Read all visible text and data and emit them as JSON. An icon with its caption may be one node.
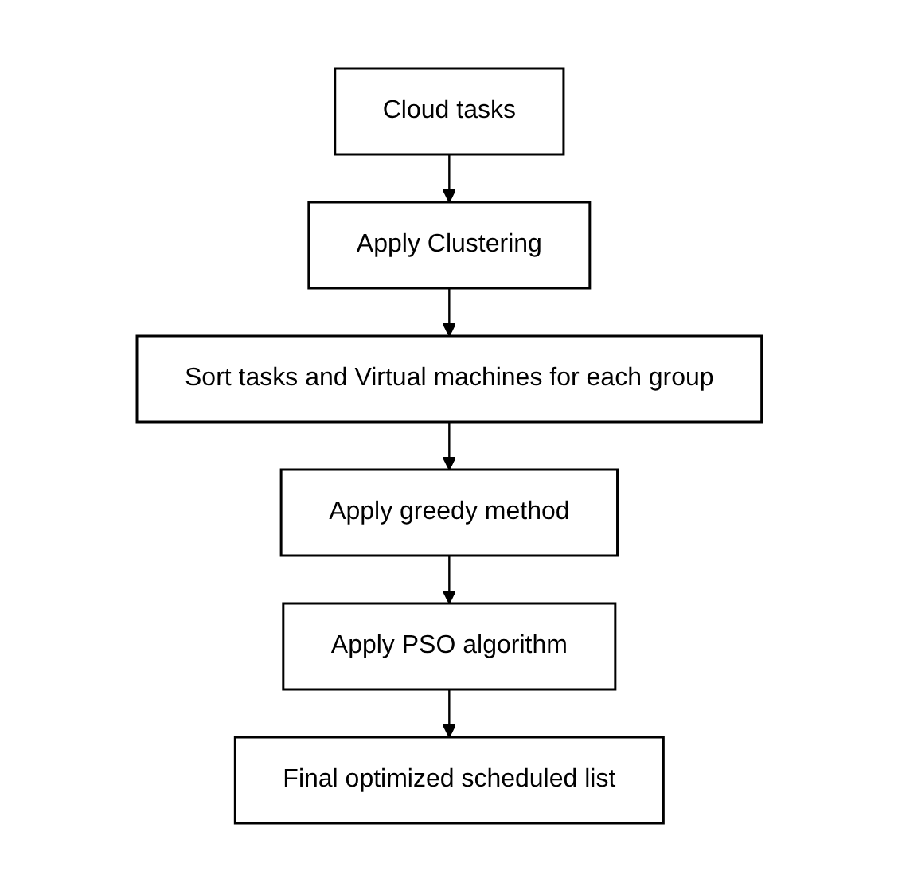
{
  "diagram": {
    "nodes": [
      {
        "text": [
          "Cloud tasks"
        ]
      },
      {
        "text": [
          "Apply Clustering"
        ]
      },
      {
        "text": [
          "Sort tasks and Virtual machines for each group"
        ]
      },
      {
        "text": [
          "Apply greedy method"
        ]
      },
      {
        "text": [
          "Apply PSO algorithm"
        ]
      },
      {
        "text": [
          "Final optimized scheduled list"
        ]
      }
    ],
    "edges": [
      {
        "from": 0,
        "to": 1,
        "arrow": "to"
      },
      {
        "from": 1,
        "to": 2,
        "arrow": "to"
      },
      {
        "from": 2,
        "to": 3,
        "arrow": "to"
      },
      {
        "from": 3,
        "to": 4,
        "arrow": "to"
      },
      {
        "from": 4,
        "to": 5,
        "arrow": "to"
      }
    ]
  }
}
